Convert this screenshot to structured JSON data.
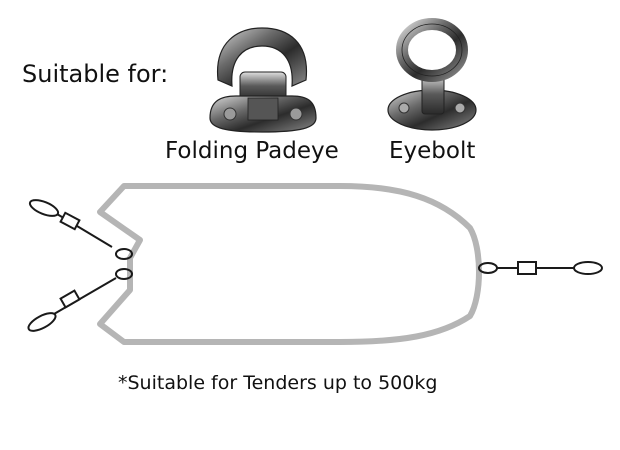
{
  "heading": "Suitable for:",
  "fittings": [
    {
      "caption": "Folding Padeye",
      "icon": "folding-padeye-icon"
    },
    {
      "caption": "Eyebolt",
      "icon": "eyebolt-icon"
    }
  ],
  "footnote": "*Suitable for Tenders up to 500kg",
  "colors": {
    "hull_outline": "#b5b5b5",
    "strap": "#1a1a1a",
    "metal_dark": "#3a3a3a",
    "metal_light": "#9a9a9a"
  }
}
